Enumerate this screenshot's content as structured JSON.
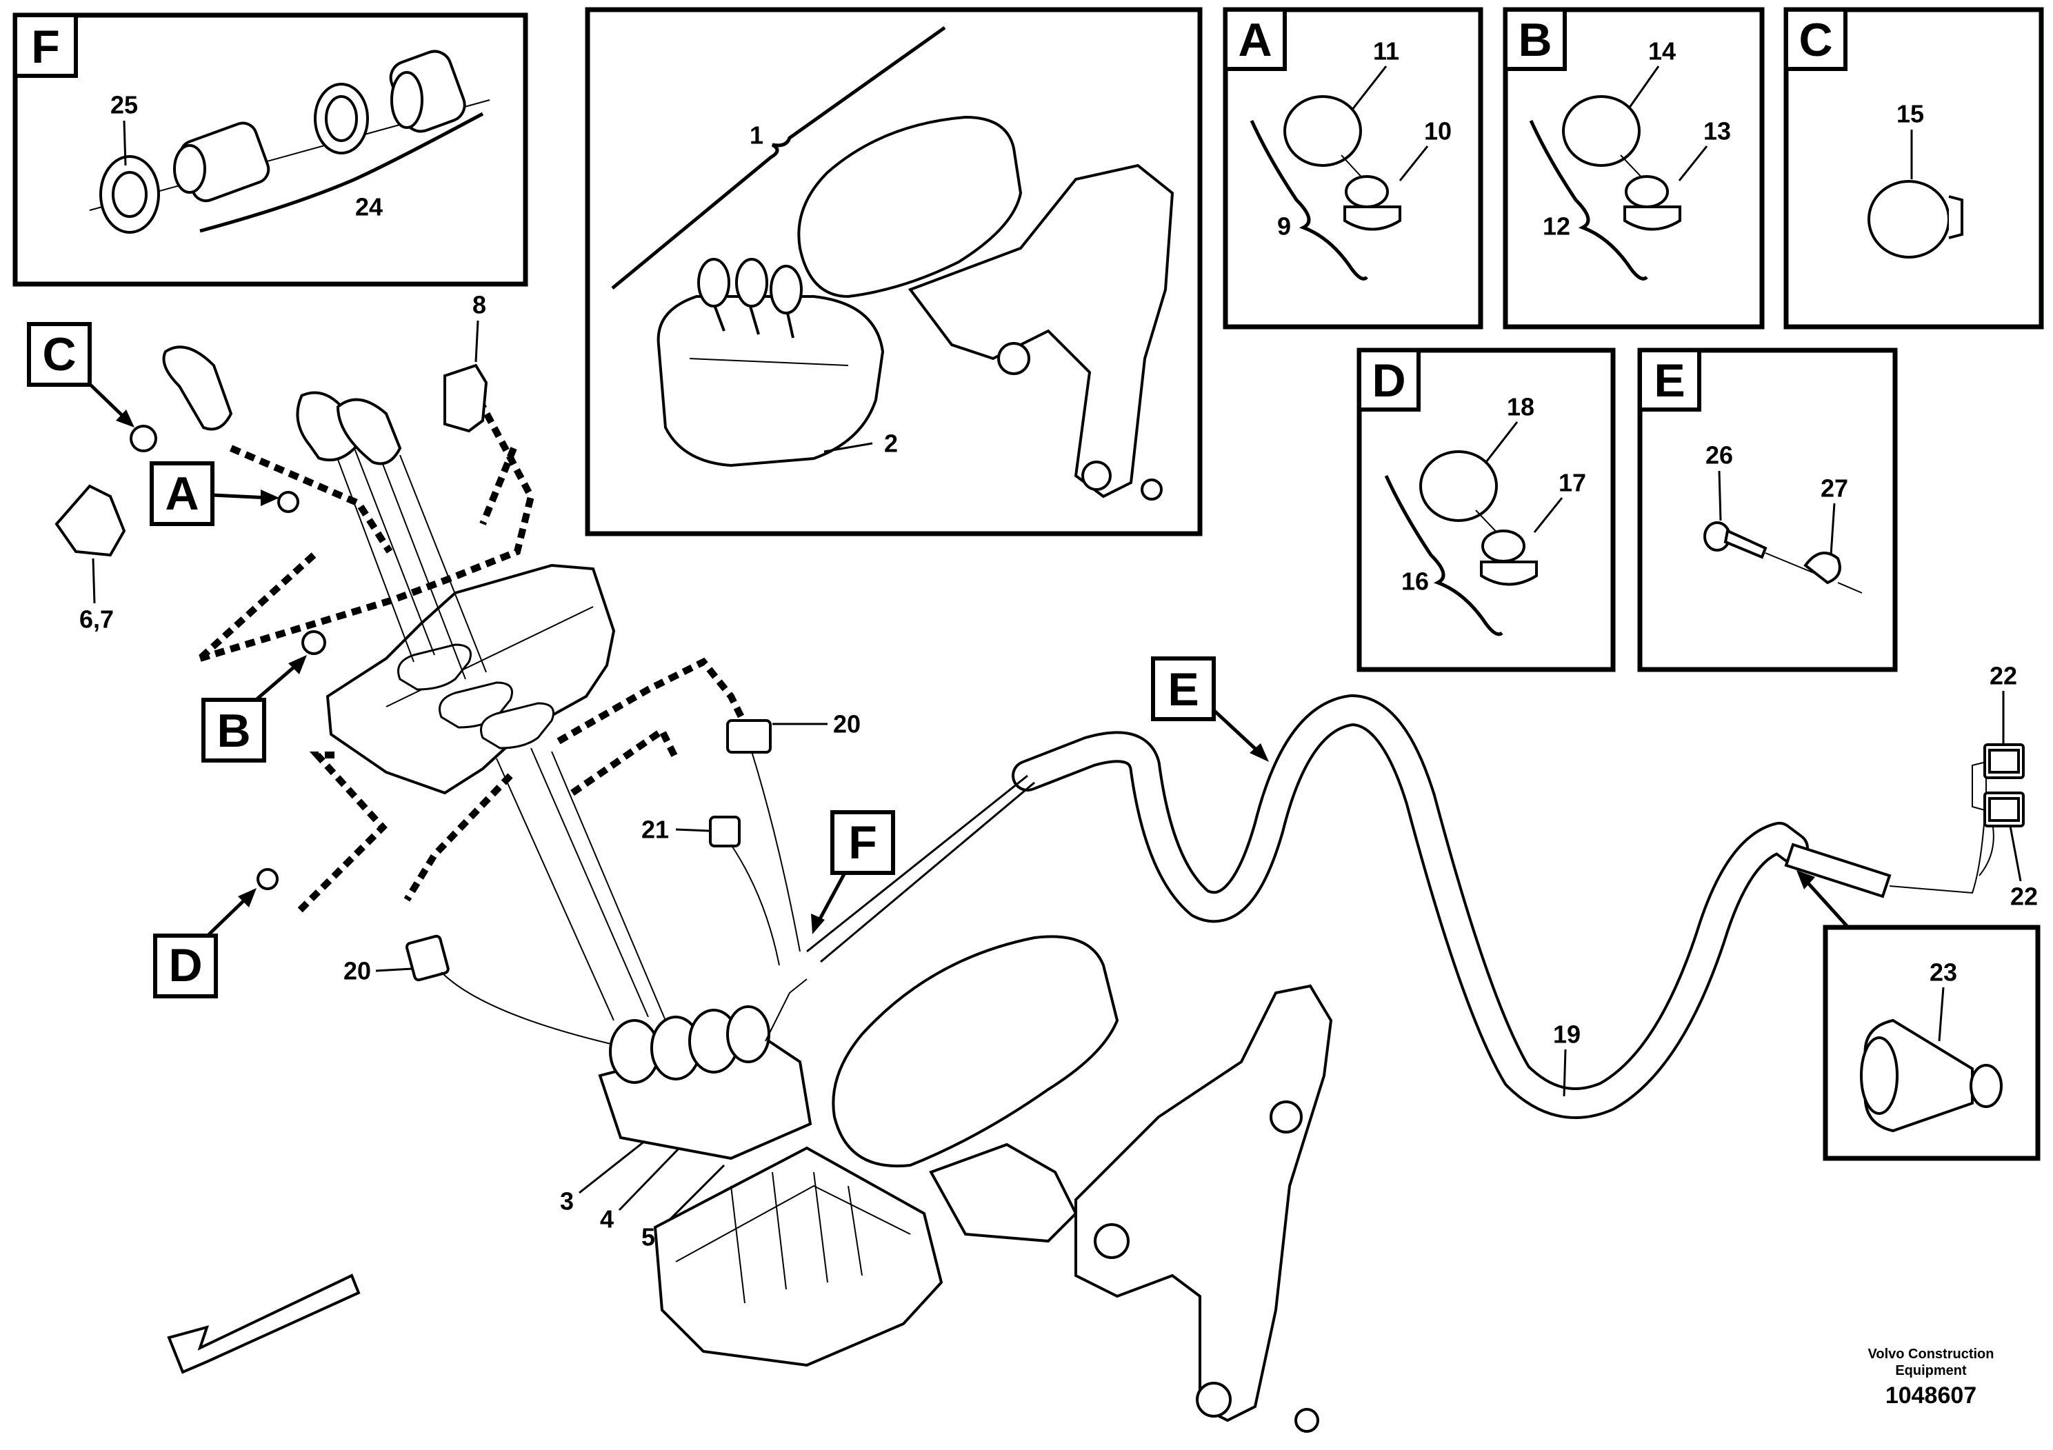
{
  "detail_letters": {
    "A": "A",
    "B": "B",
    "C": "C",
    "D": "D",
    "E": "E",
    "F": "F"
  },
  "part_numbers": {
    "p1": "1",
    "p2": "2",
    "p3": "3",
    "p4": "4",
    "p5": "5",
    "p6_7": "6,7",
    "p8": "8",
    "p9": "9",
    "p10": "10",
    "p11": "11",
    "p12": "12",
    "p13": "13",
    "p14": "14",
    "p15": "15",
    "p16": "16",
    "p17": "17",
    "p18": "18",
    "p19": "19",
    "p20a": "20",
    "p20b": "20",
    "p21": "21",
    "p22a": "22",
    "p22b": "22",
    "p23": "23",
    "p24": "24",
    "p25": "25",
    "p26": "26",
    "p27": "27"
  },
  "footer": {
    "company_line1": "Volvo Construction",
    "company_line2": "Equipment",
    "drawing_number": "1048607"
  }
}
